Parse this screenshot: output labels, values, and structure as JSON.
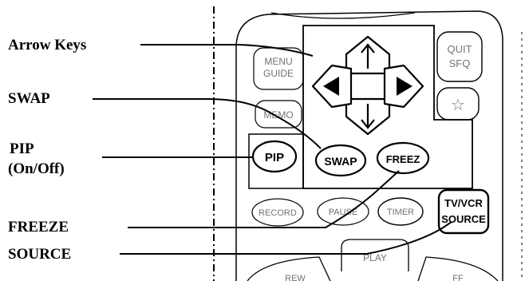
{
  "callouts": {
    "arrow_keys": "Arrow Keys",
    "swap": "SWAP",
    "pip_line1": "PIP",
    "pip_line2": "(On/Off)",
    "freeze": "FREEZE",
    "source": "SOURCE"
  },
  "buttons": {
    "menu_guide_line1": "MENU",
    "menu_guide_line2": "GUIDE",
    "quit_sfq_line1": "QUIT",
    "quit_sfq_line2": "SFQ",
    "favorite": "☆",
    "memo": "MEMO",
    "pip": "PIP",
    "swap": "SWAP",
    "freeze": "FREEZ",
    "record": "RECORD",
    "pause": "PAUSE",
    "timer": "TIMER",
    "tv_vcr": "TV/VCR",
    "source": "SOURCE",
    "play": "PLAY",
    "rew": "REW",
    "ff": "FF"
  },
  "arrow_icons": {
    "up": "up-arrow-icon",
    "down": "down-arrow-icon",
    "left": "left-arrow-icon",
    "right": "right-arrow-icon"
  }
}
